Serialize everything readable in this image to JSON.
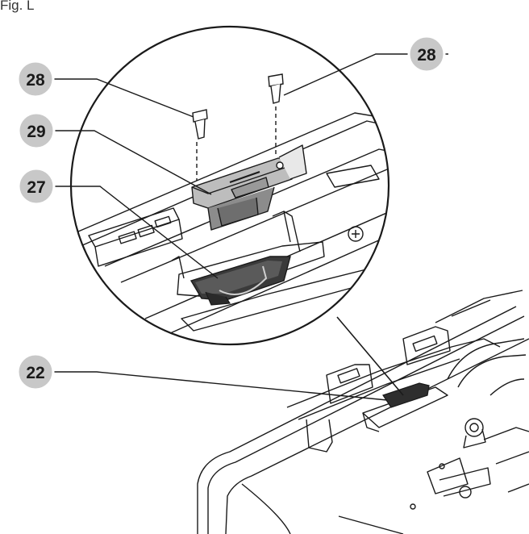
{
  "figure": {
    "title": "Fig. L"
  },
  "callouts": [
    {
      "id": "top-right-screw",
      "label": "28"
    },
    {
      "id": "top-left-screw",
      "label": "28"
    },
    {
      "id": "bracket",
      "label": "29"
    },
    {
      "id": "catch",
      "label": "27"
    },
    {
      "id": "recess",
      "label": "22"
    }
  ],
  "colors": {
    "callout_fill": "#c8c8c8",
    "line": "#1a1a1a",
    "dark_part": "#3a3a3a",
    "background": "#ffffff"
  }
}
